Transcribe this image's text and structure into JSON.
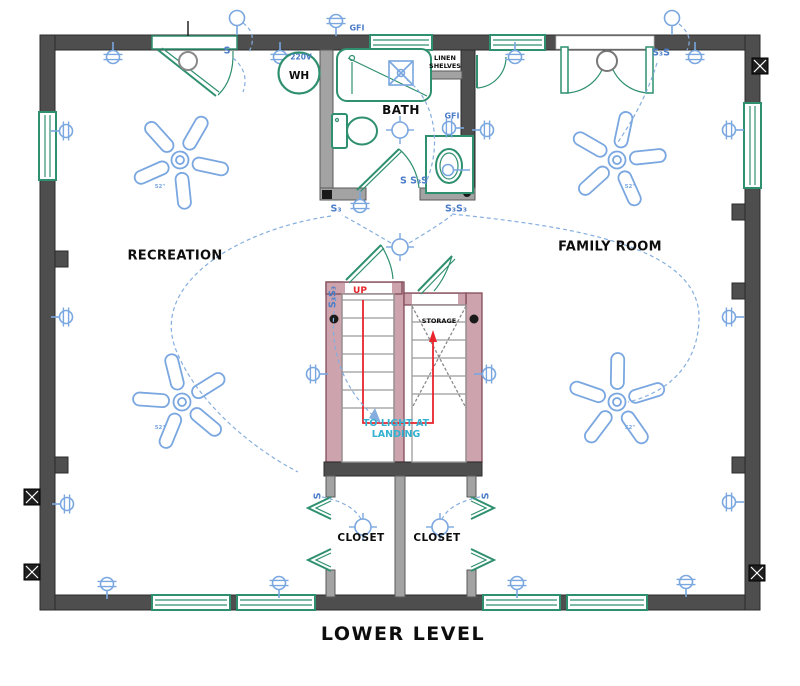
{
  "title": "LOWER LEVEL",
  "rooms": {
    "recreation": "RECREATION",
    "family_room": "FAMILY ROOM",
    "bath": "BATH",
    "linen_shelves": "LINEN SHELVES",
    "storage": "STORAGE",
    "closet_left": "CLOSET",
    "closet_right": "CLOSET"
  },
  "stairs": {
    "direction": "UP",
    "wiring_note": "TO LIGHT AT LANDING"
  },
  "equipment": {
    "water_heater_label": "WH",
    "water_heater_voltage": "220V",
    "fan_size": "52\""
  },
  "electrical": {
    "gfi_top": "GFI",
    "gfi_bath": "GFI",
    "switch_entry": "S",
    "switch_family_entry": "S₃S",
    "switch_bath_door": "S S₃S",
    "switch_hall_left": "S₃",
    "switch_hall_right": "S₃S₃",
    "switch_stair_wall": "S₃S₃",
    "switch_closet_left": "S",
    "switch_closet_right": "S"
  },
  "colors": {
    "wall": "#4e4e4e",
    "stair_wall": "#cda4ae",
    "fixture_green": "#2f9070",
    "electrical_blue": "#7aa7e0",
    "direction_red": "#e8242c",
    "note_cyan": "#33b1d1"
  }
}
